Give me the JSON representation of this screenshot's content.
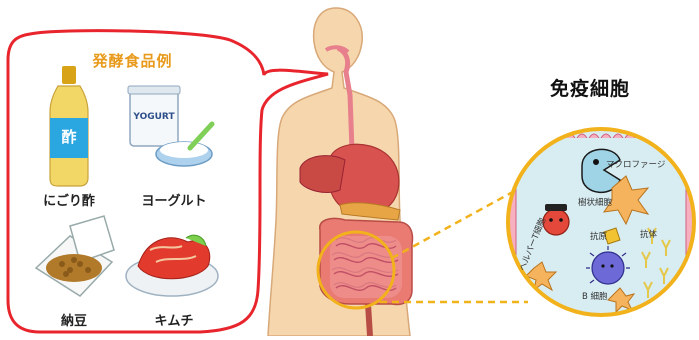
{
  "fermented": {
    "title": "発酵食品例",
    "items": [
      {
        "label": "にごり酢",
        "tag": "酢"
      },
      {
        "label": "ヨーグルト",
        "tag": "YOGURT"
      },
      {
        "label": "納豆"
      },
      {
        "label": "キムチ"
      }
    ]
  },
  "immune": {
    "title": "免疫細胞",
    "cells": {
      "macrophage": "マクロファージ",
      "dendritic": "樹状細胞",
      "helper_t": "ヘルパーT細胞",
      "antigen": "抗原",
      "antibody": "抗体",
      "b_cell": "B 細胞"
    }
  },
  "colors": {
    "callout_border": "#e8242d",
    "title_orange": "#e89a1c",
    "zoom_circle": "#f2b21c",
    "skin": "#f6d7ad",
    "intestine": "#f09090"
  }
}
